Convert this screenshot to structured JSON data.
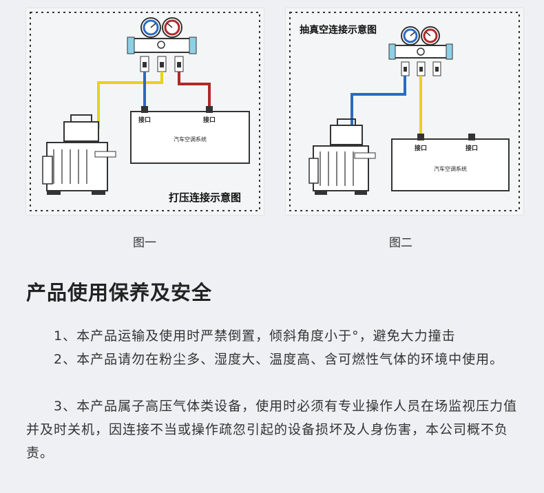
{
  "figures": [
    {
      "title": "打压连接示意图",
      "port_left": "接口",
      "port_right": "接口",
      "unit_label": "汽车空调系统",
      "caption": "图一"
    },
    {
      "title": "抽真空连接示意图",
      "port_left": "接口",
      "port_right": "接口",
      "unit_label": "汽车空调系统",
      "caption": "图二"
    }
  ],
  "colors": {
    "blue_hose": "#2a6bc0",
    "red_hose": "#b02828",
    "yellow_hose": "#e6d21c",
    "background": "#eef0f3"
  },
  "section": {
    "title": "产品使用保养及安全",
    "paragraphs": [
      "1、本产品运输及使用时严禁倒置，倾斜角度小于°，避免大力撞击",
      "2、本产品请勿在粉尘多、湿度大、温度高、含可燃性气体的环境中使用。",
      "3、本产品属子高压气体类设备，使用时必须有专业操作人员在场监视压力值并及时关机，因连接不当或操作疏忽引起的设备损坏及人身伤害，本公司概不负责。"
    ]
  }
}
